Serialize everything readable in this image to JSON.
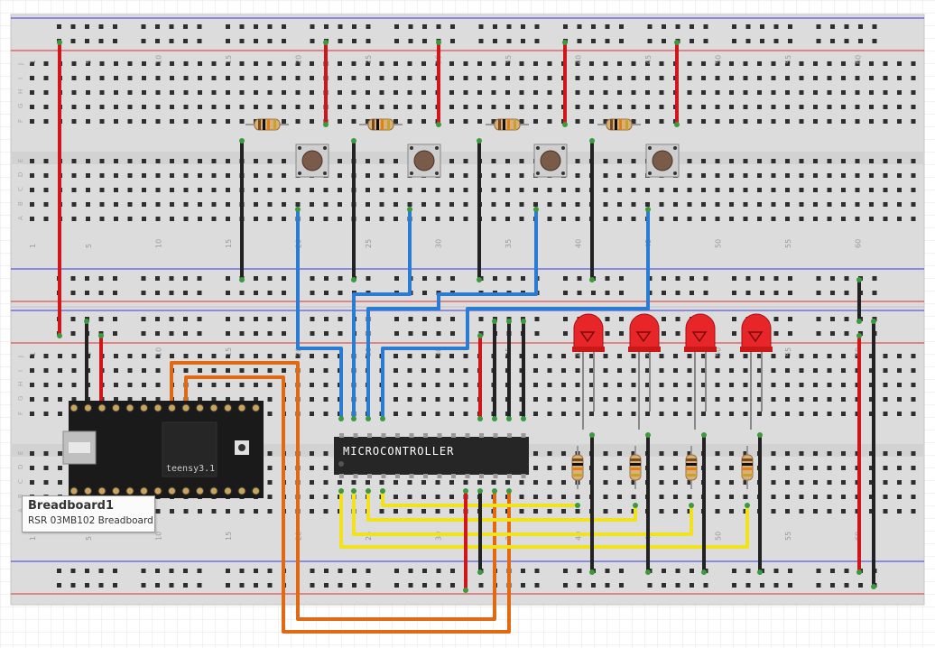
{
  "microcontroller_label": "MICROCONTROLLER",
  "teensy_label": "teensy3.1",
  "tooltip": {
    "title": "Breadboard1",
    "subtitle": "RSR 03MB102 Breadboard"
  },
  "column_numbers": [
    "1",
    "5",
    "10",
    "15",
    "20",
    "25",
    "30",
    "35",
    "40",
    "45",
    "50",
    "55",
    "60"
  ],
  "row_letters_top": [
    "J",
    "I",
    "H",
    "G",
    "F",
    "E",
    "D",
    "C",
    "B",
    "A"
  ],
  "colors": {
    "wire_red": "#d0161b",
    "wire_black": "#222222",
    "wire_blue": "#2a7bd4",
    "wire_orange": "#e06a14",
    "wire_yellow": "#f2e21c",
    "led_red": "#e8262a",
    "board": "#dcdcdc",
    "rail_blue": "#3b3be0",
    "rail_red": "#e03030"
  },
  "components": {
    "buttons": 4,
    "resistors": 8,
    "leds": 4
  }
}
